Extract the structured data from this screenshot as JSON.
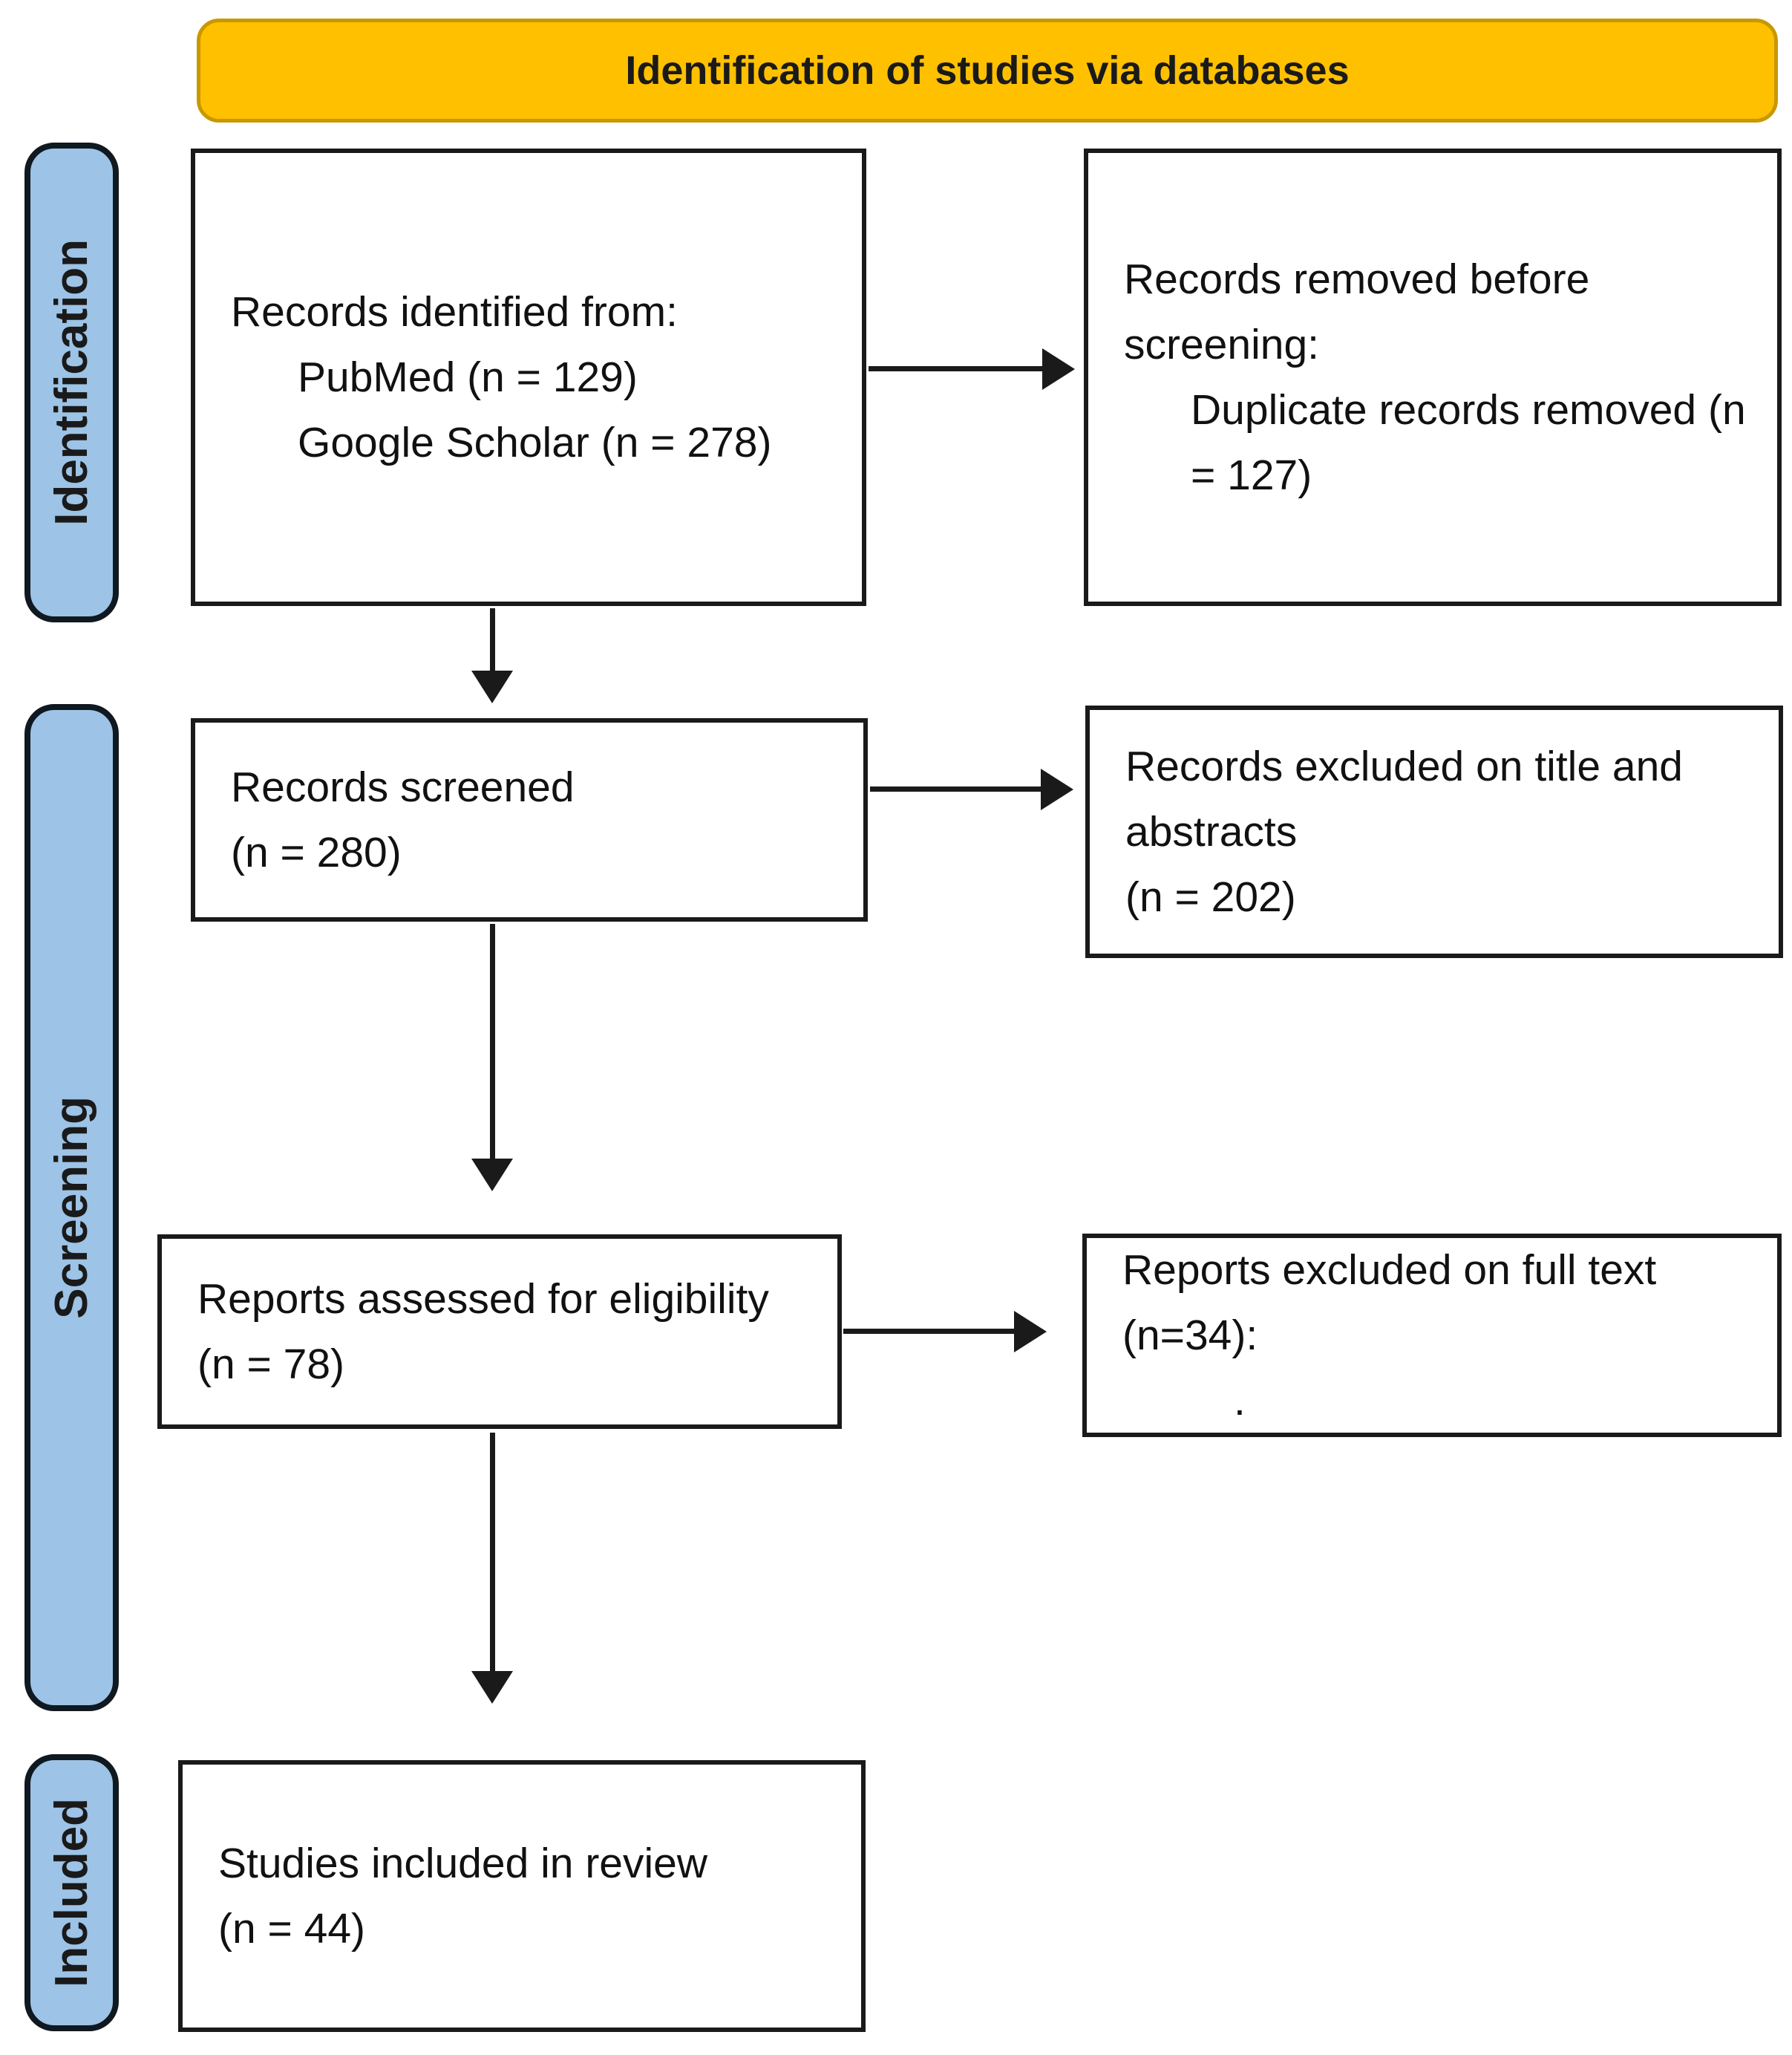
{
  "banner": {
    "label": "Identification of studies via databases",
    "fill": "#FFC000"
  },
  "stages": [
    {
      "label": "Identification"
    },
    {
      "label": "Screening"
    },
    {
      "label": "Included"
    }
  ],
  "stage_fill": "#9DC3E6",
  "boxes": {
    "records_identified": {
      "title": "Records identified from:",
      "item1": "PubMed (n = 129)",
      "item2": "Google Scholar (n = 278)"
    },
    "records_removed": {
      "title": "Records removed before screening:",
      "item1": "Duplicate records removed (n = 127)"
    },
    "records_screened": {
      "line1": "Records screened",
      "line2": "(n = 280)"
    },
    "records_excluded": {
      "line1": "Records excluded on title and abstracts",
      "line2": "(n = 202)"
    },
    "reports_assessed": {
      "line1": "Reports assessed for eligibility",
      "line2": "(n = 78)"
    },
    "reports_excluded": {
      "line1": "Reports excluded on full text",
      "line2": "(n=34):",
      "bullet": "."
    },
    "studies_included": {
      "line1": "Studies included in review",
      "line2": "(n = 44)"
    }
  }
}
